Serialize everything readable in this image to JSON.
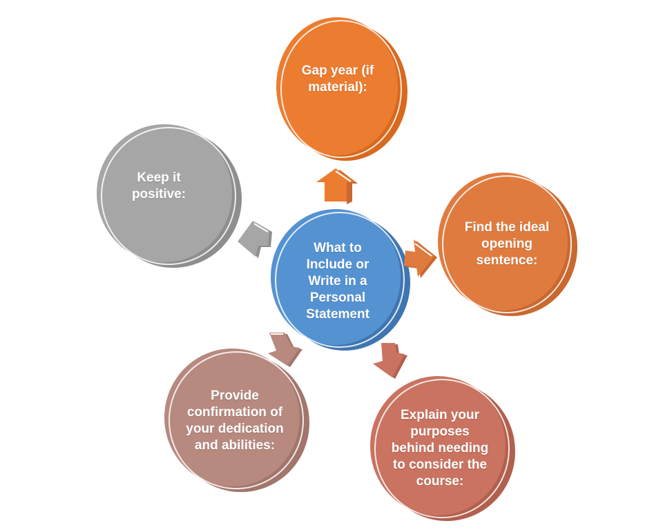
{
  "diagram": {
    "center": {
      "text": "What to Include or Write in a Personal Statement",
      "color": "#5592D2",
      "shadow": "#3F76B1"
    },
    "nodes": [
      {
        "id": "gap-year",
        "text": "Gap year (if material):",
        "color": "#EC7C30",
        "shadow": "#D76A1E"
      },
      {
        "id": "opening-sentence",
        "text": "Find the ideal opening sentence:",
        "color": "#E07B3F",
        "shadow": "#C9682F"
      },
      {
        "id": "explain-purposes",
        "text": "Explain your purposes behind needing to consider the course:",
        "color": "#C97360",
        "shadow": "#B2604E"
      },
      {
        "id": "dedication",
        "text": "Provide confirmation of your dedication and abilities:",
        "color": "#B7897F",
        "shadow": "#A2766C"
      },
      {
        "id": "keep-positive",
        "text": "Keep it positive:",
        "color": "#A6A6A6",
        "shadow": "#8E8E8E"
      }
    ]
  }
}
